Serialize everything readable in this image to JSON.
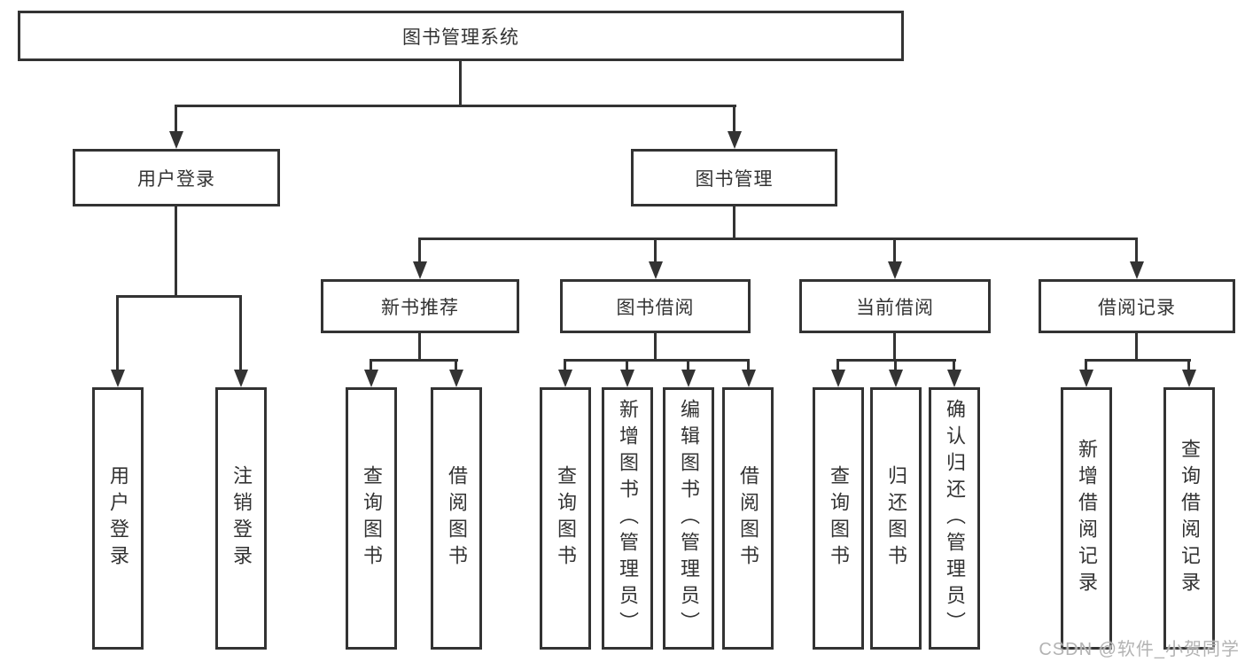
{
  "diagram": {
    "title": "图书管理系统",
    "root": {
      "label": "图书管理系统"
    },
    "branches": [
      {
        "label": "用户登录",
        "children": [
          "用户登录",
          "注销登录"
        ]
      },
      {
        "label": "图书管理",
        "sections": [
          {
            "label": "新书推荐",
            "children": [
              "查询图书",
              "借阅图书"
            ]
          },
          {
            "label": "图书借阅",
            "children": [
              "查询图书",
              "新增图书（管理员）",
              "编辑图书（管理员）",
              "借阅图书"
            ]
          },
          {
            "label": "当前借阅",
            "children": [
              "查询图书",
              "归还图书",
              "确认归还（管理员）"
            ]
          },
          {
            "label": "借阅记录",
            "children": [
              "新增借阅记录",
              "查询借阅记录"
            ]
          }
        ]
      }
    ]
  },
  "watermark": "CSDN @软件_小贺同学",
  "colors": {
    "line": "#333333",
    "text": "#333333",
    "background": "#ffffff",
    "watermark": "#b3b3b3"
  }
}
